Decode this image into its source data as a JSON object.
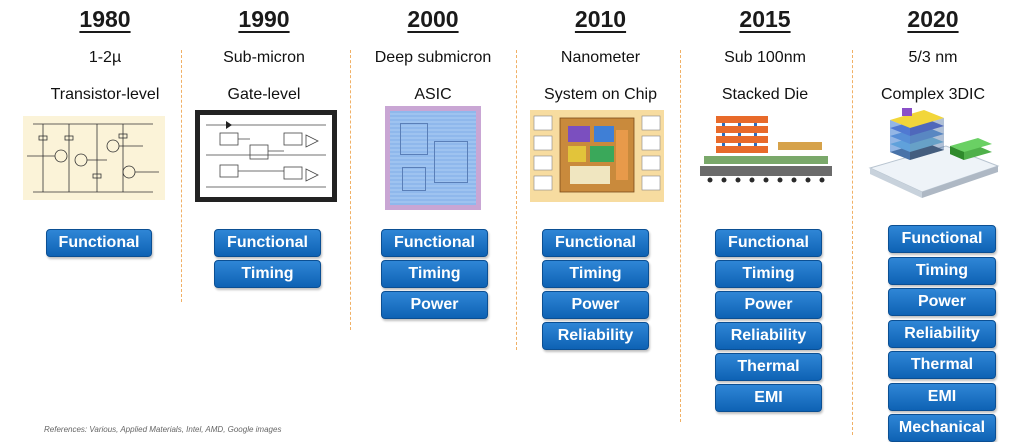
{
  "eras": [
    {
      "year": "1980",
      "node": "1-2µ",
      "style": "Transistor-level",
      "checks": [
        "Functional"
      ]
    },
    {
      "year": "1990",
      "node": "Sub-micron",
      "style": "Gate-level",
      "checks": [
        "Functional",
        "Timing"
      ]
    },
    {
      "year": "2000",
      "node": "Deep submicron",
      "style": "ASIC",
      "checks": [
        "Functional",
        "Timing",
        "Power"
      ]
    },
    {
      "year": "2010",
      "node": "Nanometer",
      "style": "System on Chip",
      "checks": [
        "Functional",
        "Timing",
        "Power",
        "Reliability"
      ]
    },
    {
      "year": "2015",
      "node": "Sub 100nm",
      "style": "Stacked Die",
      "checks": [
        "Functional",
        "Timing",
        "Power",
        "Reliability",
        "Thermal",
        "EMI"
      ]
    },
    {
      "year": "2020",
      "node": "5/3 nm",
      "style": "Complex 3DIC",
      "checks": [
        "Functional",
        "Timing",
        "Power",
        "Reliability",
        "Thermal",
        "EMI",
        "Mechanical"
      ]
    }
  ],
  "references": "References: Various, Applied Materials, Intel, AMD, Google images"
}
